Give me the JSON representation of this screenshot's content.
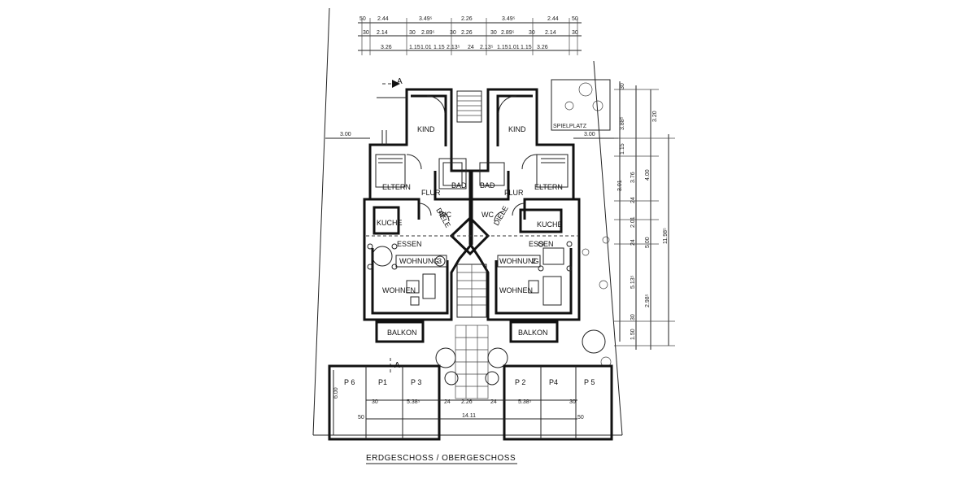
{
  "title": "ERDGESCHOSS / OBERGESCHOSS",
  "rooms": {
    "kind_left": "KIND",
    "kind_right": "KIND",
    "eltern_left": "ELTERN",
    "eltern_right": "ELTERN",
    "flur_left": "FLUR",
    "flur_right": "FLUR",
    "bad_left": "BAD",
    "bad_right": "BAD",
    "wc_left": "WC",
    "wc_right": "WC",
    "diele_left": "DIELE",
    "diele_right": "DIELE",
    "kueche_left": "KUCHE",
    "kueche_right": "KUCHE",
    "essen_left": "ESSEN",
    "essen_right": "ESSEN",
    "wohnung_left": "WOHNUNG",
    "wohnung_left_no": "3",
    "wohnung_right": "WOHNUNG",
    "wohnung_right_no": "2",
    "wohnen_left": "WOHNEN",
    "wohnen_right": "WOHNEN",
    "balkon_left": "BALKON",
    "balkon_right": "BALKON",
    "spielplatz": "SPIELPLATZ"
  },
  "section_marks": {
    "top": "A",
    "bottom": "A"
  },
  "parking": [
    "P 6",
    "P1",
    "P 3",
    "P 2",
    "P4",
    "P 5"
  ],
  "dims": {
    "row1": [
      "50",
      "2.44",
      "3.49⁵",
      "2.26",
      "3.49⁵",
      "2.44",
      "50"
    ],
    "row2": [
      "30",
      "2.14",
      "30",
      "2.89⁵",
      "30",
      "2.26",
      "30",
      "2.89⁵",
      "30",
      "2.14",
      "30"
    ],
    "row3": [
      "3.26",
      "1.15",
      "1.01",
      "1.15",
      "2.13⁵",
      "24",
      "2.13⁵",
      "1.15",
      "1.01",
      "1.15",
      "3.26"
    ],
    "side_left": "3.00",
    "side_right": "3.00",
    "right_col1": [
      "30",
      "3.88⁵",
      "1.15",
      "3.76",
      "24",
      "2.01",
      "24",
      "5.13⁵",
      "30"
    ],
    "right_col2": [
      "3.20",
      "4.00",
      "3.01",
      "5.00",
      "2.98⁵",
      "1.50"
    ],
    "right_total": "11.98⁵",
    "park_height": "6.00",
    "park_bottom": [
      "30",
      "5.38⁵",
      "24",
      "2.26",
      "24",
      "5.38⁵",
      "30"
    ],
    "park_total": "14.11",
    "park_side_left": "50",
    "park_side_right": "50"
  }
}
